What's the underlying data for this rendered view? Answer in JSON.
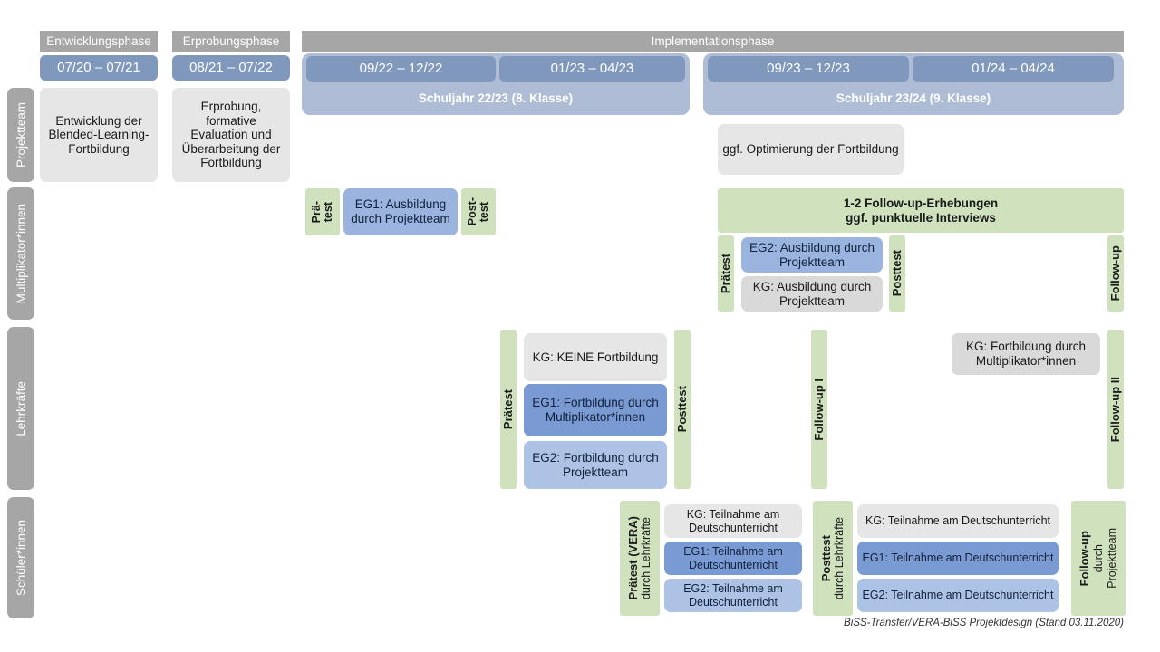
{
  "title": "BiSS-Transfer/VERA-BiSS Projektdesign",
  "phases": [
    {
      "label": "Entwicklungsphase"
    },
    {
      "label": "Erprobungsphase"
    },
    {
      "label": "Implementationsphase"
    }
  ],
  "dates": [
    {
      "label": "07/20 – 07/21"
    },
    {
      "label": "08/21 – 07/22"
    },
    {
      "label": "09/22 – 12/22"
    },
    {
      "label": "01/23 – 04/23"
    },
    {
      "label": "09/23 – 12/23"
    },
    {
      "label": "01/24 – 04/24"
    }
  ],
  "school_years": [
    {
      "label": "Schuljahr 22/23 (8. Klasse)"
    },
    {
      "label": "Schuljahr 23/24 (9. Klasse)"
    }
  ],
  "actors": [
    {
      "label": "Projektteam"
    },
    {
      "label": "Multiplikator*innen"
    },
    {
      "label": "Lehrkräfte"
    },
    {
      "label": "Schüler*innen"
    }
  ],
  "projektteam": {
    "entwicklung": "Entwicklung der Blended-Learning-Fortbildung",
    "erprobung": "Erprobung, formative Evaluation und Überarbeitung der Fortbildung",
    "optimierung": "ggf. Optimierung der Fortbildung"
  },
  "multiplikatoren": {
    "praetest_l1": "Prä-",
    "praetest_l2": "test",
    "posttest_l1": "Post-",
    "posttest_l2": "test",
    "eg1": "EG1: Ausbildung durch Projektteam",
    "followup_banner_l1": "1-2 Follow-up-Erhebungen",
    "followup_banner_l2": "ggf. punktuelle Interviews",
    "praetest2": "Prätest",
    "posttest2": "Posttest",
    "followup": "Follow-up",
    "eg2": "EG2: Ausbildung durch Projektteam",
    "kg": "KG: Ausbildung durch Projektteam"
  },
  "lehrkraefte": {
    "praetest": "Prätest",
    "posttest": "Posttest",
    "followup1": "Follow-up I",
    "followup2": "Follow-up II",
    "kg_keine": "KG:  KEINE Fortbildung",
    "eg1": "EG1: Fortbildung durch Multiplikator*innen",
    "eg2": "EG2: Fortbildung durch Projektteam",
    "kg_mult": "KG: Fortbildung durch Multiplikator*innen"
  },
  "schueler": {
    "praetest_bold": "Prätest (VERA)",
    "praetest_sub": "durch Lehrkräfte",
    "posttest_bold": "Posttest",
    "posttest_sub": "durch Lehrkräfte",
    "followup_bold": "Follow-up",
    "followup_sub1": "durch",
    "followup_sub2": "Projektteam",
    "kg": "KG: Teilnahme am Deutschunterricht",
    "eg1": "EG1: Teilnahme am Deutschunterricht",
    "eg2": "EG2: Teilnahme am Deutschunterricht"
  },
  "footer": "BiSS-Transfer/VERA-BiSS Projektdesign (Stand 03.11.2020)",
  "colors": {
    "grey_header": "#a6a6a6",
    "grey_card": "#e6e6e6",
    "blue_date": "#8198bd",
    "blue_schuljahr": "#aebcd6",
    "blue_eg1": "#7a9ad4",
    "blue_eg2": "#adc3e6",
    "green_test": "#cfe2bd"
  }
}
